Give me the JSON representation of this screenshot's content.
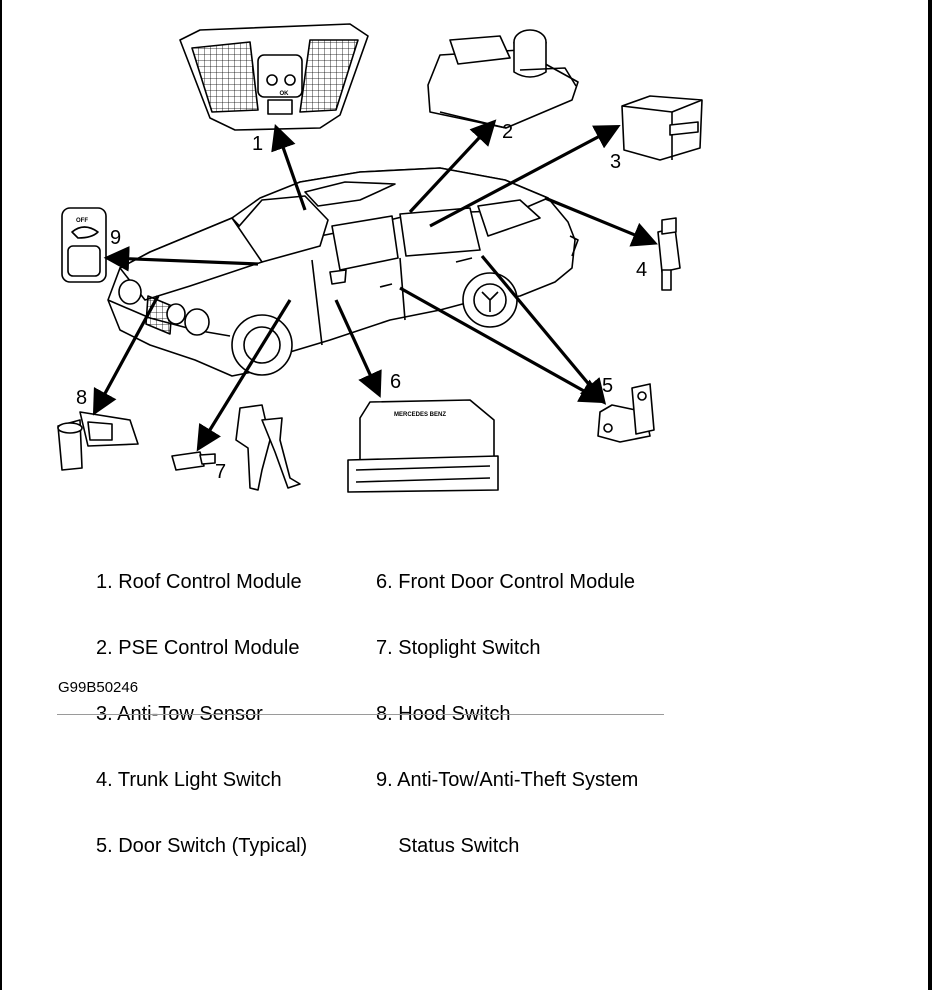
{
  "diagram": {
    "callouts": [
      {
        "num": "1",
        "label": "Roof Control Module"
      },
      {
        "num": "2",
        "label": "PSE Control Module"
      },
      {
        "num": "3",
        "label": "Anti-Tow Sensor"
      },
      {
        "num": "4",
        "label": "Trunk Light Switch"
      },
      {
        "num": "5",
        "label": "Door Switch (Typical)"
      },
      {
        "num": "6",
        "label": "Front Door Control Module"
      },
      {
        "num": "7",
        "label": "Stoplight Switch"
      },
      {
        "num": "8",
        "label": "Hood Switch"
      },
      {
        "num": "9",
        "label": "Anti-Tow/Anti-Theft System Status Switch"
      }
    ],
    "module_brand_text": "MERCEDES BENZ",
    "switch_off_text": "OFF",
    "module1_button_text": "OK"
  },
  "legend": {
    "left": [
      "1. Roof Control Module",
      "2. PSE Control Module",
      "3. Anti-Tow Sensor",
      "4. Trunk Light Switch",
      "5. Door Switch (Typical)"
    ],
    "right": [
      "6. Front Door Control Module",
      "7. Stoplight Switch",
      "8. Hood Switch",
      "9. Anti-Tow/Anti-Theft System",
      "    Status Switch"
    ]
  },
  "figure_id": "G99B50246"
}
